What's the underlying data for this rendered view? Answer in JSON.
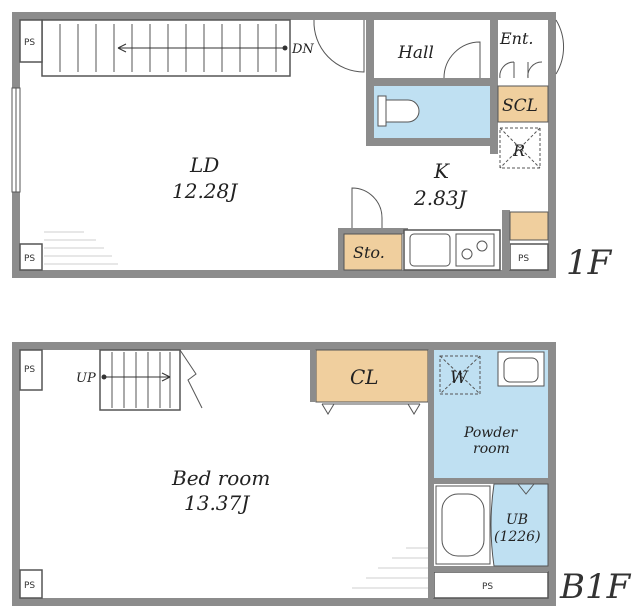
{
  "colors": {
    "wall": "#8c8c8c",
    "wet_area": "#bfe0f2",
    "storage": "#f0cf9e",
    "line": "#555555"
  },
  "floor_1f": {
    "floor_label": "1F",
    "stair_label": "DN",
    "ps_label": "PS",
    "rooms": {
      "ld": {
        "name": "LD",
        "size": "12.28J"
      },
      "kitchen": {
        "name": "K",
        "size": "2.83J"
      },
      "hall": {
        "name": "Hall"
      },
      "entrance": {
        "name": "Ent."
      },
      "scl": {
        "name": "SCL"
      },
      "refrigerator": {
        "name": "R"
      },
      "storage": {
        "name": "Sto."
      }
    }
  },
  "floor_b1f": {
    "floor_label": "B1F",
    "stair_label": "UP",
    "ps_label": "PS",
    "rooms": {
      "bedroom": {
        "name": "Bed room",
        "size": "13.37J"
      },
      "closet": {
        "name": "CL"
      },
      "washer": {
        "name": "W"
      },
      "powder": {
        "name_line1": "Powder",
        "name_line2": "room"
      },
      "bath": {
        "name": "UB",
        "size": "(1226)"
      }
    }
  }
}
